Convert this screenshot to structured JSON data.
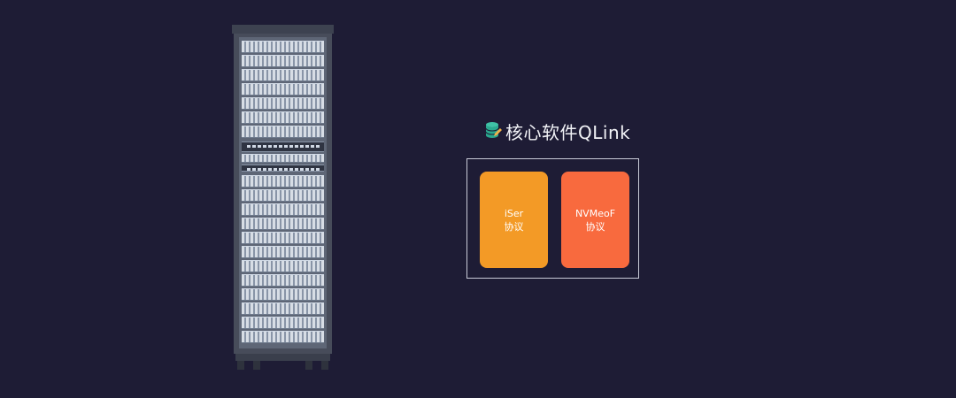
{
  "title": "核心软件QLink",
  "protocols": [
    {
      "name": "iSer",
      "kind": "协议",
      "color": "#f39a26"
    },
    {
      "name": "NVMeoF",
      "kind": "协议",
      "color": "#f86a3e"
    }
  ],
  "colors": {
    "background": "#1e1c35",
    "box_border": "#c9cbd8",
    "text": "#f2f3f7"
  }
}
